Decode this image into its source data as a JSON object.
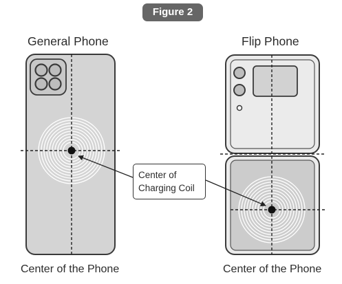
{
  "badge": {
    "text": "Figure 2"
  },
  "general": {
    "title": "General Phone",
    "caption": "Center of the Phone"
  },
  "flip": {
    "title": "Flip Phone",
    "caption": "Center of the Phone"
  },
  "callout": {
    "line1": "Center of",
    "line2": "Charging Coil"
  },
  "colors": {
    "phone_fill": "#d4d4d4",
    "phone_outline": "#3a3a3a",
    "lower_panel": "#cccccc",
    "coil": "#ffffff",
    "dot": "#111111",
    "badge": "#666666"
  }
}
